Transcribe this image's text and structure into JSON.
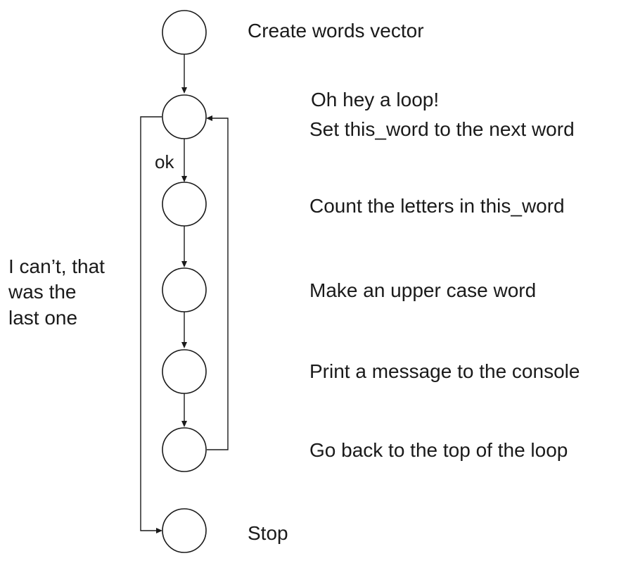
{
  "nodes": [
    {
      "id": "create",
      "label": "Create words vector"
    },
    {
      "id": "loop",
      "label_line1": "Oh hey a loop!",
      "label_line2": "Set this_word to the next word"
    },
    {
      "id": "count",
      "label": "Count the letters in this_word"
    },
    {
      "id": "upper",
      "label": "Make an upper case word"
    },
    {
      "id": "print",
      "label": "Print a message to the console"
    },
    {
      "id": "back",
      "label": "Go back to the top of the loop"
    },
    {
      "id": "stop",
      "label": "Stop"
    }
  ],
  "edges": {
    "ok_label": "ok",
    "exit_label_lines": [
      "I can’t, that",
      "was the",
      "last one"
    ]
  }
}
